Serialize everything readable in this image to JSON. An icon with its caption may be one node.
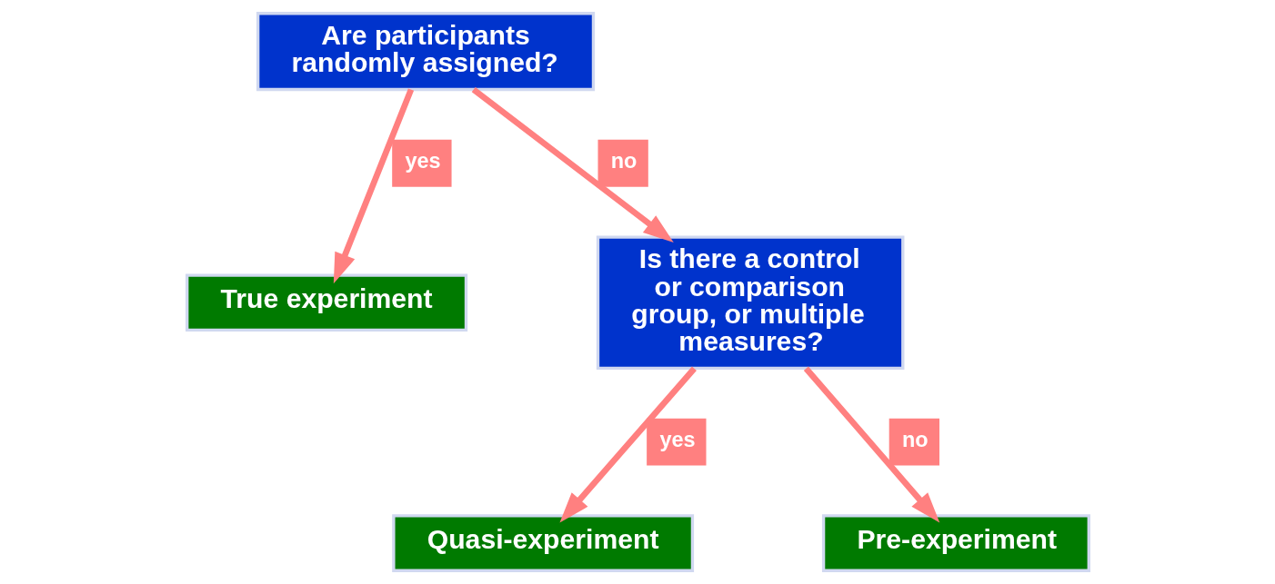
{
  "diagram": {
    "nodes": [
      {
        "text": [
          "Are participants randomly assigned?"
        ]
      },
      {
        "text": [
          "True experiment"
        ]
      },
      {
        "text": [
          "Is there a control or comparison group, or multiple measures?"
        ]
      },
      {
        "text": [
          "Quasi-experiment"
        ]
      },
      {
        "text": [
          "Pre-experiment"
        ]
      }
    ],
    "edges": [
      {
        "from": 0,
        "to": 1,
        "arrow": "to",
        "label": "yes"
      },
      {
        "from": 0,
        "to": 2,
        "arrow": "to",
        "label": "no"
      },
      {
        "from": 2,
        "to": 3,
        "arrow": "to",
        "label": "yes"
      },
      {
        "from": 2,
        "to": 4,
        "arrow": "to",
        "label": "no"
      }
    ]
  }
}
